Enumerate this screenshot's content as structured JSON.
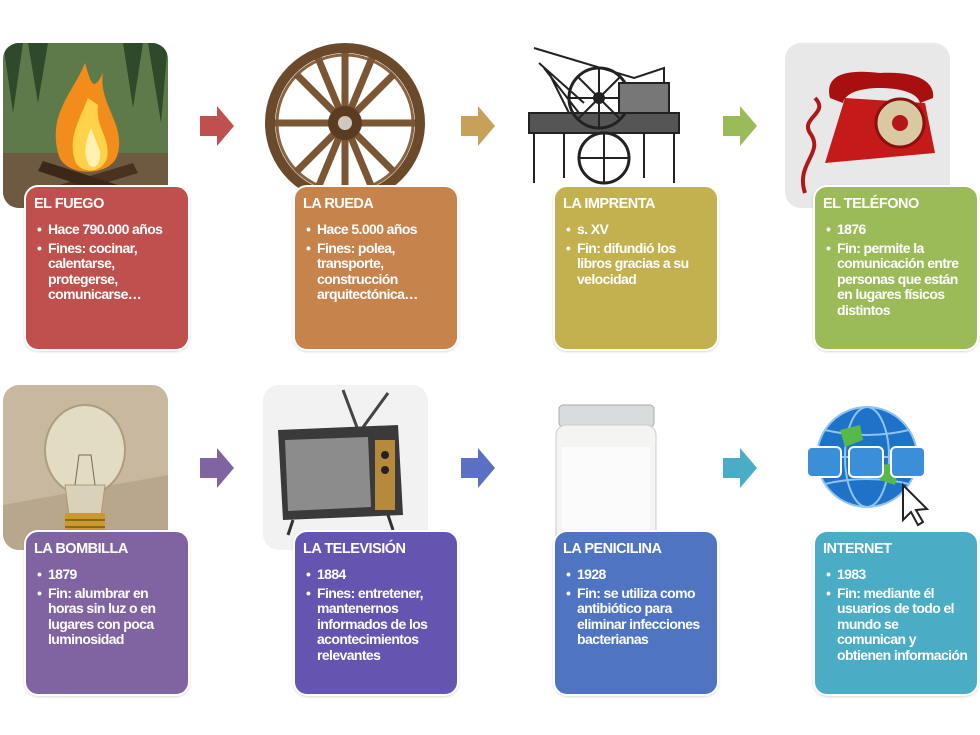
{
  "items": [
    {
      "title": "EL FUEGO",
      "bullets": [
        "Hace 790.000 años",
        "Fines: cocinar, calentarse, protegerse, comunicarse…"
      ],
      "color": "#c0504d",
      "icon": "campfire-icon"
    },
    {
      "title": "LA RUEDA",
      "bullets": [
        "Hace 5.000 años",
        "Fines: polea, transporte, construcción arquitectónica…"
      ],
      "color": "#c7834c",
      "icon": "wooden-wheel-icon"
    },
    {
      "title": "LA IMPRENTA",
      "bullets": [
        "s. XV",
        "Fin: difundió los libros gracias a su velocidad"
      ],
      "color": "#c2b14e",
      "icon": "printing-press-icon"
    },
    {
      "title": "EL TELÉFONO",
      "bullets": [
        "1876",
        "Fin: permite la comunicación entre personas que están en lugares físicos distintos"
      ],
      "color": "#9bbb59",
      "icon": "rotary-telephone-icon"
    },
    {
      "title": "LA BOMBILLA",
      "bullets": [
        "1879",
        "Fin: alumbrar en horas sin luz o en lugares con poca luminosidad"
      ],
      "color": "#8064a2",
      "icon": "light-bulb-icon"
    },
    {
      "title": "LA TELEVISIÓN",
      "bullets": [
        "1884",
        "Fines: entretener, mantenernos informados de los acontecimientos relevantes"
      ],
      "color": "#6655b0",
      "icon": "television-icon"
    },
    {
      "title": "LA PENICILINA",
      "bullets": [
        "1928",
        "Fin: se utiliza como antibiótico para eliminar infecciones bacterianas"
      ],
      "color": "#4f74c2",
      "icon": "penicillin-vial-icon"
    },
    {
      "title": "INTERNET",
      "bullets": [
        "1983",
        "Fin: mediante él usuarios de todo el mundo se comunican y obtienen información"
      ],
      "color": "#4bacc6",
      "icon": "www-globe-icon"
    }
  ],
  "arrows": [
    {
      "color": "#c0504d"
    },
    {
      "color": "#c7a15a"
    },
    {
      "color": "#9bbb59"
    },
    {
      "color": "#8064a2"
    },
    {
      "color": "#5b6fc5"
    },
    {
      "color": "#4bacc6"
    }
  ]
}
